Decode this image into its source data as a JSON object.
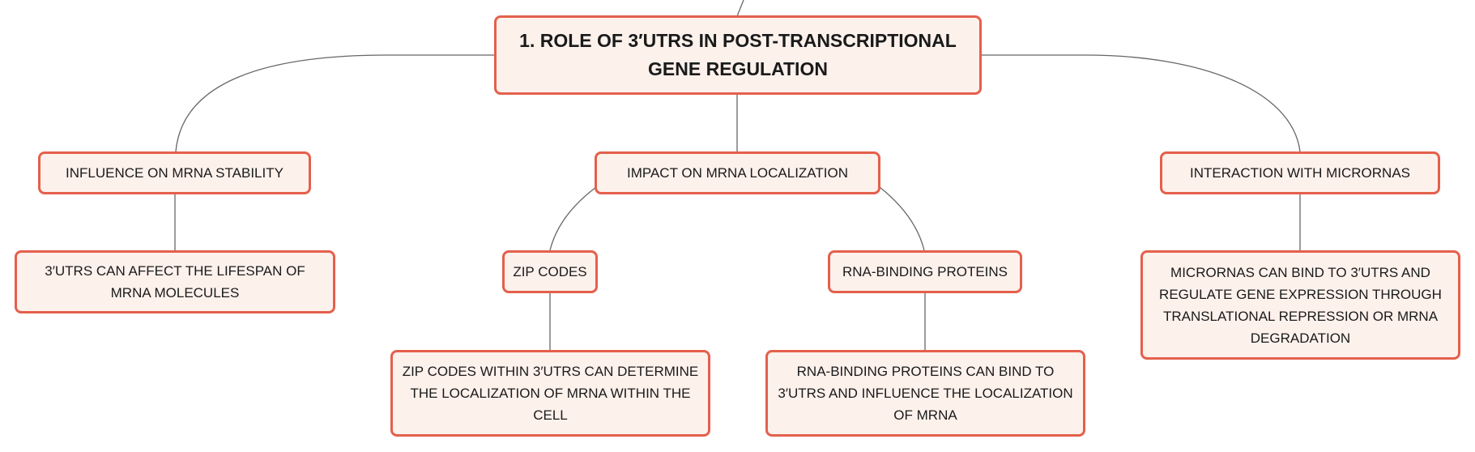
{
  "root": {
    "label": "1. Role of 3′UTRs in Post-Transcriptional Gene Regulation"
  },
  "branches": [
    {
      "label": "Influence on mRNA stability",
      "children": [
        {
          "label": "3′UTRs can affect the lifespan of mRNA molecules"
        }
      ]
    },
    {
      "label": "Impact on mRNA localization",
      "children": [
        {
          "label": "Zip codes",
          "detail": "Zip codes within 3′UTRs can determine the localization of mRNA within the cell"
        },
        {
          "label": "RNA-binding proteins",
          "detail": "RNA-binding proteins can bind to 3′UTRs and influence the localization of mRNA"
        }
      ]
    },
    {
      "label": "Interaction with microRNAs",
      "children": [
        {
          "label": "MicroRNAs can bind to 3′UTRs and regulate gene expression through translational repression or mRNA degradation"
        }
      ]
    }
  ],
  "colors": {
    "node_border": "#e4604c",
    "node_fill": "#fdf1ec",
    "connector": "#666666",
    "text": "#1a1a1a"
  }
}
